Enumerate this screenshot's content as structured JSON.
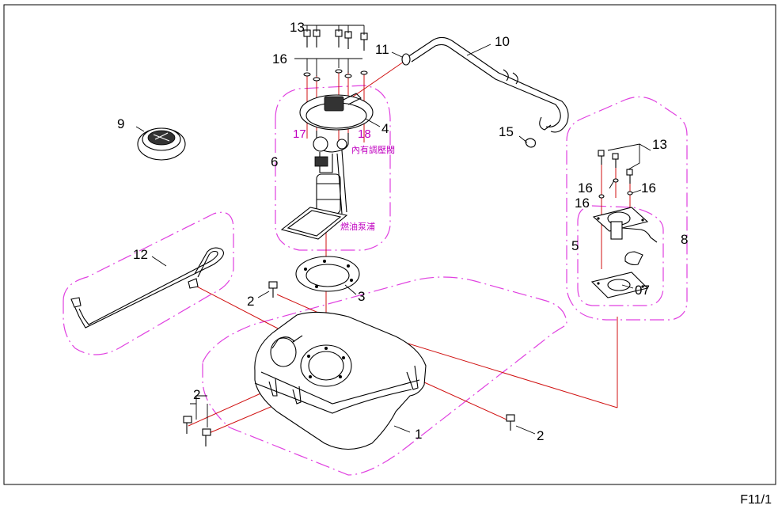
{
  "callouts": {
    "c1": "1",
    "c2": "2",
    "c3": "3",
    "c4": "4",
    "c5": "5",
    "c6": "6",
    "c7": "07",
    "c8": "8",
    "c9": "9",
    "c10": "10",
    "c11": "11",
    "c12": "12",
    "c13": "13",
    "c15": "15",
    "c16": "16",
    "c17": "17",
    "c18": "18"
  },
  "notes": {
    "pressure_regulator": "內有調壓閥",
    "fuel_pump": "燃油泵浦"
  },
  "page_id": "F11/1"
}
